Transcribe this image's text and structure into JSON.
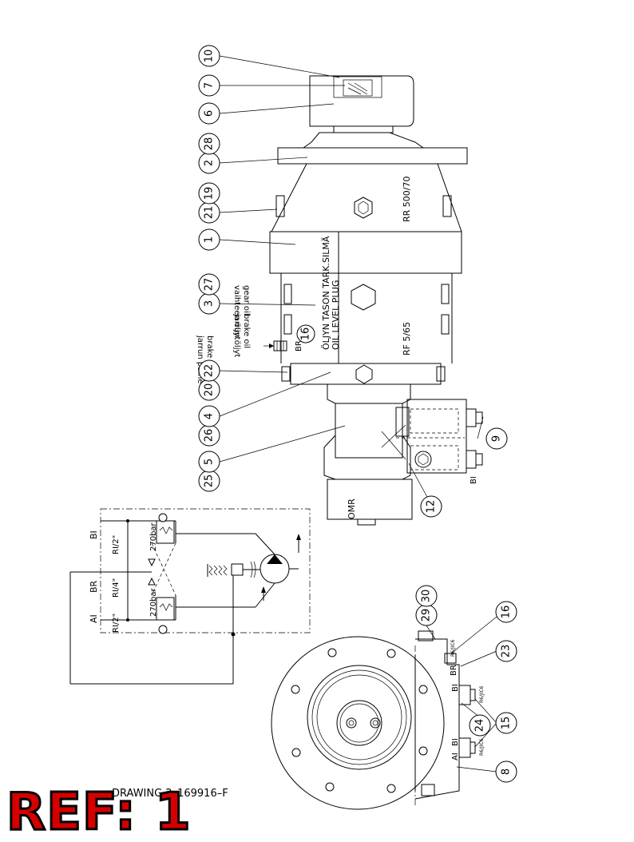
{
  "drawing_number": "DRAWING 2–169916–F",
  "ref_badge": "REF: 1",
  "balloons": [
    "10",
    "7",
    "6",
    "2",
    "28",
    "21",
    "19",
    "1",
    "3",
    "27",
    "16",
    "20",
    "22",
    "26",
    "4",
    "25",
    "5",
    "9",
    "12",
    "29",
    "30",
    "16",
    "23",
    "24",
    "15",
    "8"
  ],
  "side_text": {
    "rr": "RR 500/70",
    "rf": "RF 5/65",
    "omr": "OMR",
    "oil1": "ÖLJYN TASON TARK.SILMÄ",
    "oil2": "OIL LEVEL PLUG",
    "gear1": "vaihteen öljyt",
    "gear2": "gear oil",
    "brake1": "jarrun öljyt",
    "brake2": "brake oil",
    "bp1": "jarrun paine",
    "bp2": "brake pressure",
    "br": "BR",
    "bi": "BI"
  },
  "schematic": {
    "bi": "BI",
    "br": "BR",
    "ai": "AI",
    "r1": "RI/2\"",
    "r2": "RI/4\"",
    "r3": "RI/2\"",
    "p1": "270bar",
    "p2": "270bar"
  },
  "end_view": {
    "br": "BR",
    "bi": "BI",
    "ai": "AI",
    "jic": "R6/JIC6"
  }
}
